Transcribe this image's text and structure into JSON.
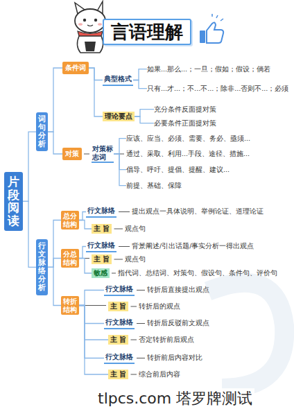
{
  "diagram": {
    "title": "言语理解",
    "nodes": [
      {
        "text": [
          "片段阅读"
        ]
      },
      {
        "text": [
          "词句分析"
        ]
      },
      {
        "text": [
          "条件词"
        ]
      },
      {
        "text": [
          "典型格式"
        ]
      },
      {
        "text": [
          "如果...那么...；一旦；假如；假设；倘若"
        ]
      },
      {
        "text": [
          "只有...才...；不...不...；除非...否则不...；必须"
        ]
      },
      {
        "text": [
          "理论要点"
        ]
      },
      {
        "text": [
          "充分条件反面提对策"
        ]
      },
      {
        "text": [
          "必要条件正面提对策"
        ]
      },
      {
        "text": [
          "对策"
        ]
      },
      {
        "text": [
          "对策标志词"
        ]
      },
      {
        "text": [
          "应该、应当、必须、需要、务必、亟须..."
        ]
      },
      {
        "text": [
          "通过、采取、利用...手段、途径、措施..."
        ]
      },
      {
        "text": [
          "倡导、呼吁、提倡、提醒、建议..."
        ]
      },
      {
        "text": [
          "前提、基础、保障"
        ]
      },
      {
        "text": [
          "行文脉络分析"
        ]
      },
      {
        "text": [
          "总分结构"
        ]
      },
      {
        "text": [
          "行文脉络"
        ]
      },
      {
        "text": [
          "提出观点一具体说明、举例论证、道理论证"
        ]
      },
      {
        "text": [
          "主 旨"
        ]
      },
      {
        "text": [
          "观点句"
        ]
      },
      {
        "text": [
          "分总结构"
        ]
      },
      {
        "text": [
          "行文脉络"
        ]
      },
      {
        "text": [
          "背景阐述/引出话题/事实分析一得出观点"
        ]
      },
      {
        "text": [
          "主 旨"
        ]
      },
      {
        "text": [
          "观点句"
        ]
      },
      {
        "text": [
          "敏感"
        ]
      },
      {
        "text": [
          "指代词、总结词、对策句、假设句、条件句、评价句"
        ]
      },
      {
        "text": [
          "转折结构"
        ]
      },
      {
        "text": [
          "行文脉络"
        ]
      },
      {
        "text": [
          "转折后直接提出观点"
        ]
      },
      {
        "text": [
          "主 旨"
        ]
      },
      {
        "text": [
          "转折后的观点"
        ]
      },
      {
        "text": [
          "行文脉络"
        ]
      },
      {
        "text": [
          "转折后反驳前文观点"
        ]
      },
      {
        "text": [
          "主 旨"
        ]
      },
      {
        "text": [
          "否定转折前后观点"
        ]
      },
      {
        "text": [
          "行文脉络"
        ]
      },
      {
        "text": [
          "转折前后内容对比"
        ]
      },
      {
        "text": [
          "主 旨"
        ]
      },
      {
        "text": [
          "综合前后内容"
        ]
      }
    ],
    "edges": [
      {
        "from": 0,
        "to": 1,
        "arrow": "none"
      },
      {
        "from": 0,
        "to": 15,
        "arrow": "none"
      },
      {
        "from": 1,
        "to": 2,
        "arrow": "none"
      },
      {
        "from": 1,
        "to": 9,
        "arrow": "none"
      },
      {
        "from": 2,
        "to": 3,
        "arrow": "none"
      },
      {
        "from": 2,
        "to": 6,
        "arrow": "none"
      },
      {
        "from": 3,
        "to": 4,
        "arrow": "none"
      },
      {
        "from": 3,
        "to": 5,
        "arrow": "none"
      },
      {
        "from": 6,
        "to": 7,
        "arrow": "none"
      },
      {
        "from": 6,
        "to": 8,
        "arrow": "none"
      },
      {
        "from": 9,
        "to": 10,
        "arrow": "none"
      },
      {
        "from": 10,
        "to": 11,
        "arrow": "none"
      },
      {
        "from": 10,
        "to": 12,
        "arrow": "none"
      },
      {
        "from": 10,
        "to": 13,
        "arrow": "none"
      },
      {
        "from": 10,
        "to": 14,
        "arrow": "none"
      },
      {
        "from": 15,
        "to": 16,
        "arrow": "none"
      },
      {
        "from": 15,
        "to": 21,
        "arrow": "none"
      },
      {
        "from": 15,
        "to": 28,
        "arrow": "none"
      },
      {
        "from": 16,
        "to": 17,
        "arrow": "none"
      },
      {
        "from": 16,
        "to": 19,
        "arrow": "none"
      },
      {
        "from": 17,
        "to": 18,
        "arrow": "none"
      },
      {
        "from": 19,
        "to": 20,
        "arrow": "none"
      },
      {
        "from": 21,
        "to": 22,
        "arrow": "none"
      },
      {
        "from": 21,
        "to": 24,
        "arrow": "none"
      },
      {
        "from": 21,
        "to": 26,
        "arrow": "none"
      },
      {
        "from": 22,
        "to": 23,
        "arrow": "none"
      },
      {
        "from": 24,
        "to": 25,
        "arrow": "none"
      },
      {
        "from": 26,
        "to": 27,
        "arrow": "none"
      },
      {
        "from": 28,
        "to": 29,
        "arrow": "none"
      },
      {
        "from": 28,
        "to": 31,
        "arrow": "none"
      },
      {
        "from": 28,
        "to": 33,
        "arrow": "none"
      },
      {
        "from": 28,
        "to": 35,
        "arrow": "none"
      },
      {
        "from": 28,
        "to": 37,
        "arrow": "none"
      },
      {
        "from": 28,
        "to": 39,
        "arrow": "none"
      },
      {
        "from": 29,
        "to": 30,
        "arrow": "none"
      },
      {
        "from": 31,
        "to": 32,
        "arrow": "none"
      },
      {
        "from": 33,
        "to": 34,
        "arrow": "none"
      },
      {
        "from": 35,
        "to": 36,
        "arrow": "none"
      },
      {
        "from": 37,
        "to": 38,
        "arrow": "none"
      },
      {
        "from": 39,
        "to": 40,
        "arrow": "none"
      }
    ],
    "labels": [
      "tlpcs.com 塔罗牌测试"
    ]
  }
}
